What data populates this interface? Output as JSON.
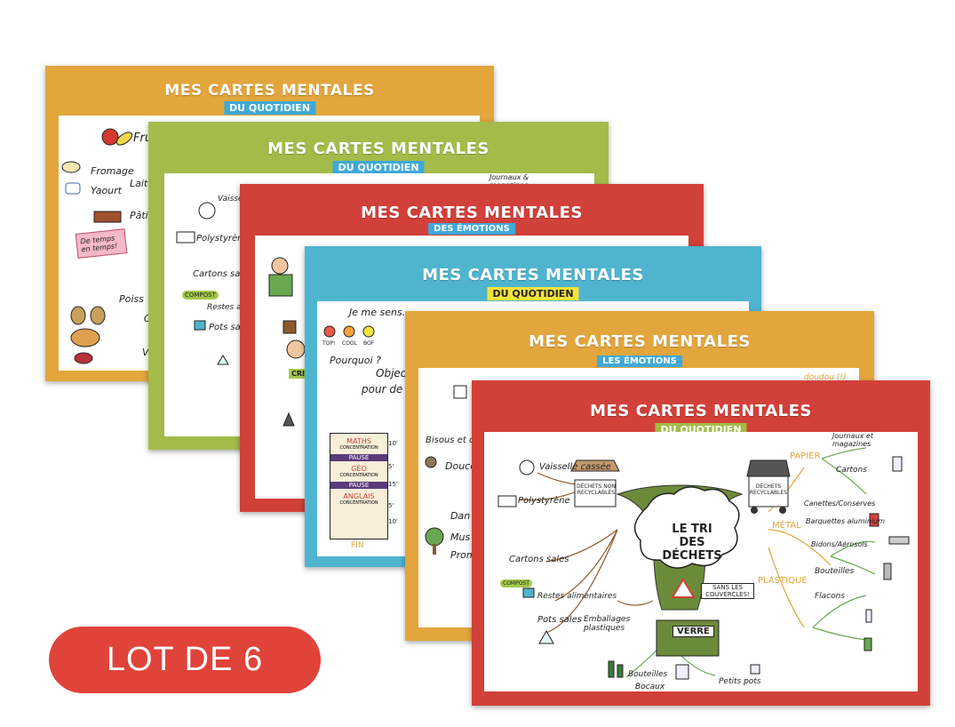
{
  "colors": {
    "orange": "#e3a63c",
    "green": "#a4bb4a",
    "red": "#d2403a",
    "blue": "#4fb5cf",
    "yellow_label": "#f2e33a",
    "blue_label": "#3fa9d8",
    "badge": "#e0433a"
  },
  "badge_text": "LOT DE 6",
  "cards": [
    {
      "title": "MES CARTES MENTALES",
      "subtitle": "DU QUOTIDIEN",
      "words": [
        "Fru",
        "Fromage",
        "Yaourt",
        "Lait",
        "Pâtis",
        "De temps en temps!",
        "Poiss",
        "Ol",
        "Vi"
      ]
    },
    {
      "title": "MES CARTES MENTALES",
      "subtitle": "DU QUOTIDIEN",
      "words": [
        "Vaisselle",
        "Polystyrène",
        "Cartons sales",
        "Restes ali",
        "Pots sale",
        "Journaux & magazines",
        "COMPOST"
      ]
    },
    {
      "title": "MES CARTES MENTALES",
      "subtitle": "DES ÉMOTIONS",
      "words": [
        "CRI"
      ]
    },
    {
      "title": "MES CARTES MENTALES",
      "subtitle": "DU QUOTIDIEN",
      "words": [
        "Je me sens...",
        "TOP!",
        "COOL",
        "BOF",
        "Pourquoi ?",
        "Objec",
        "pour de",
        "MATHS",
        "CONCENTRATION",
        "PAUSE",
        "GÉO",
        "CONCENTRATION",
        "PAUSE",
        "ANGLAIS",
        "CONCENTRATION",
        "FIN",
        "10'",
        "5'",
        "15'",
        "5'",
        "10'"
      ]
    },
    {
      "title": "MES CARTES MENTALES",
      "subtitle": "LES ÉMOTIONS",
      "words": [
        "Bisous et câ",
        "Douce",
        "Dan",
        "Mus",
        "Prom",
        "doudou (!)"
      ]
    },
    {
      "title": "MES CARTES MENTALES",
      "subtitle": "DU QUOTIDIEN",
      "words": [
        "Vaisselle cassée",
        "Polystyrène",
        "DÉCHETS NON RECYCLABLES",
        "Cartons sales",
        "COMPOST",
        "Restes alimentaires",
        "Pots sales",
        "Emballages plastiques",
        "LE TRI DES DÉCHETS",
        "SANS LES COUVERCLES!",
        "VERRE",
        "Bouteilles",
        "Bocaux",
        "Petits pots",
        "DÉCHETS RECYCLABLES",
        "PAPIER",
        "Journaux et magazines",
        "Cartons",
        "Canettes/Conserves",
        "MÉTAL",
        "Barquettes aluminium",
        "Bidons/Aérosols",
        "PLASTIQUE",
        "Bouteilles",
        "Flacons"
      ]
    }
  ]
}
